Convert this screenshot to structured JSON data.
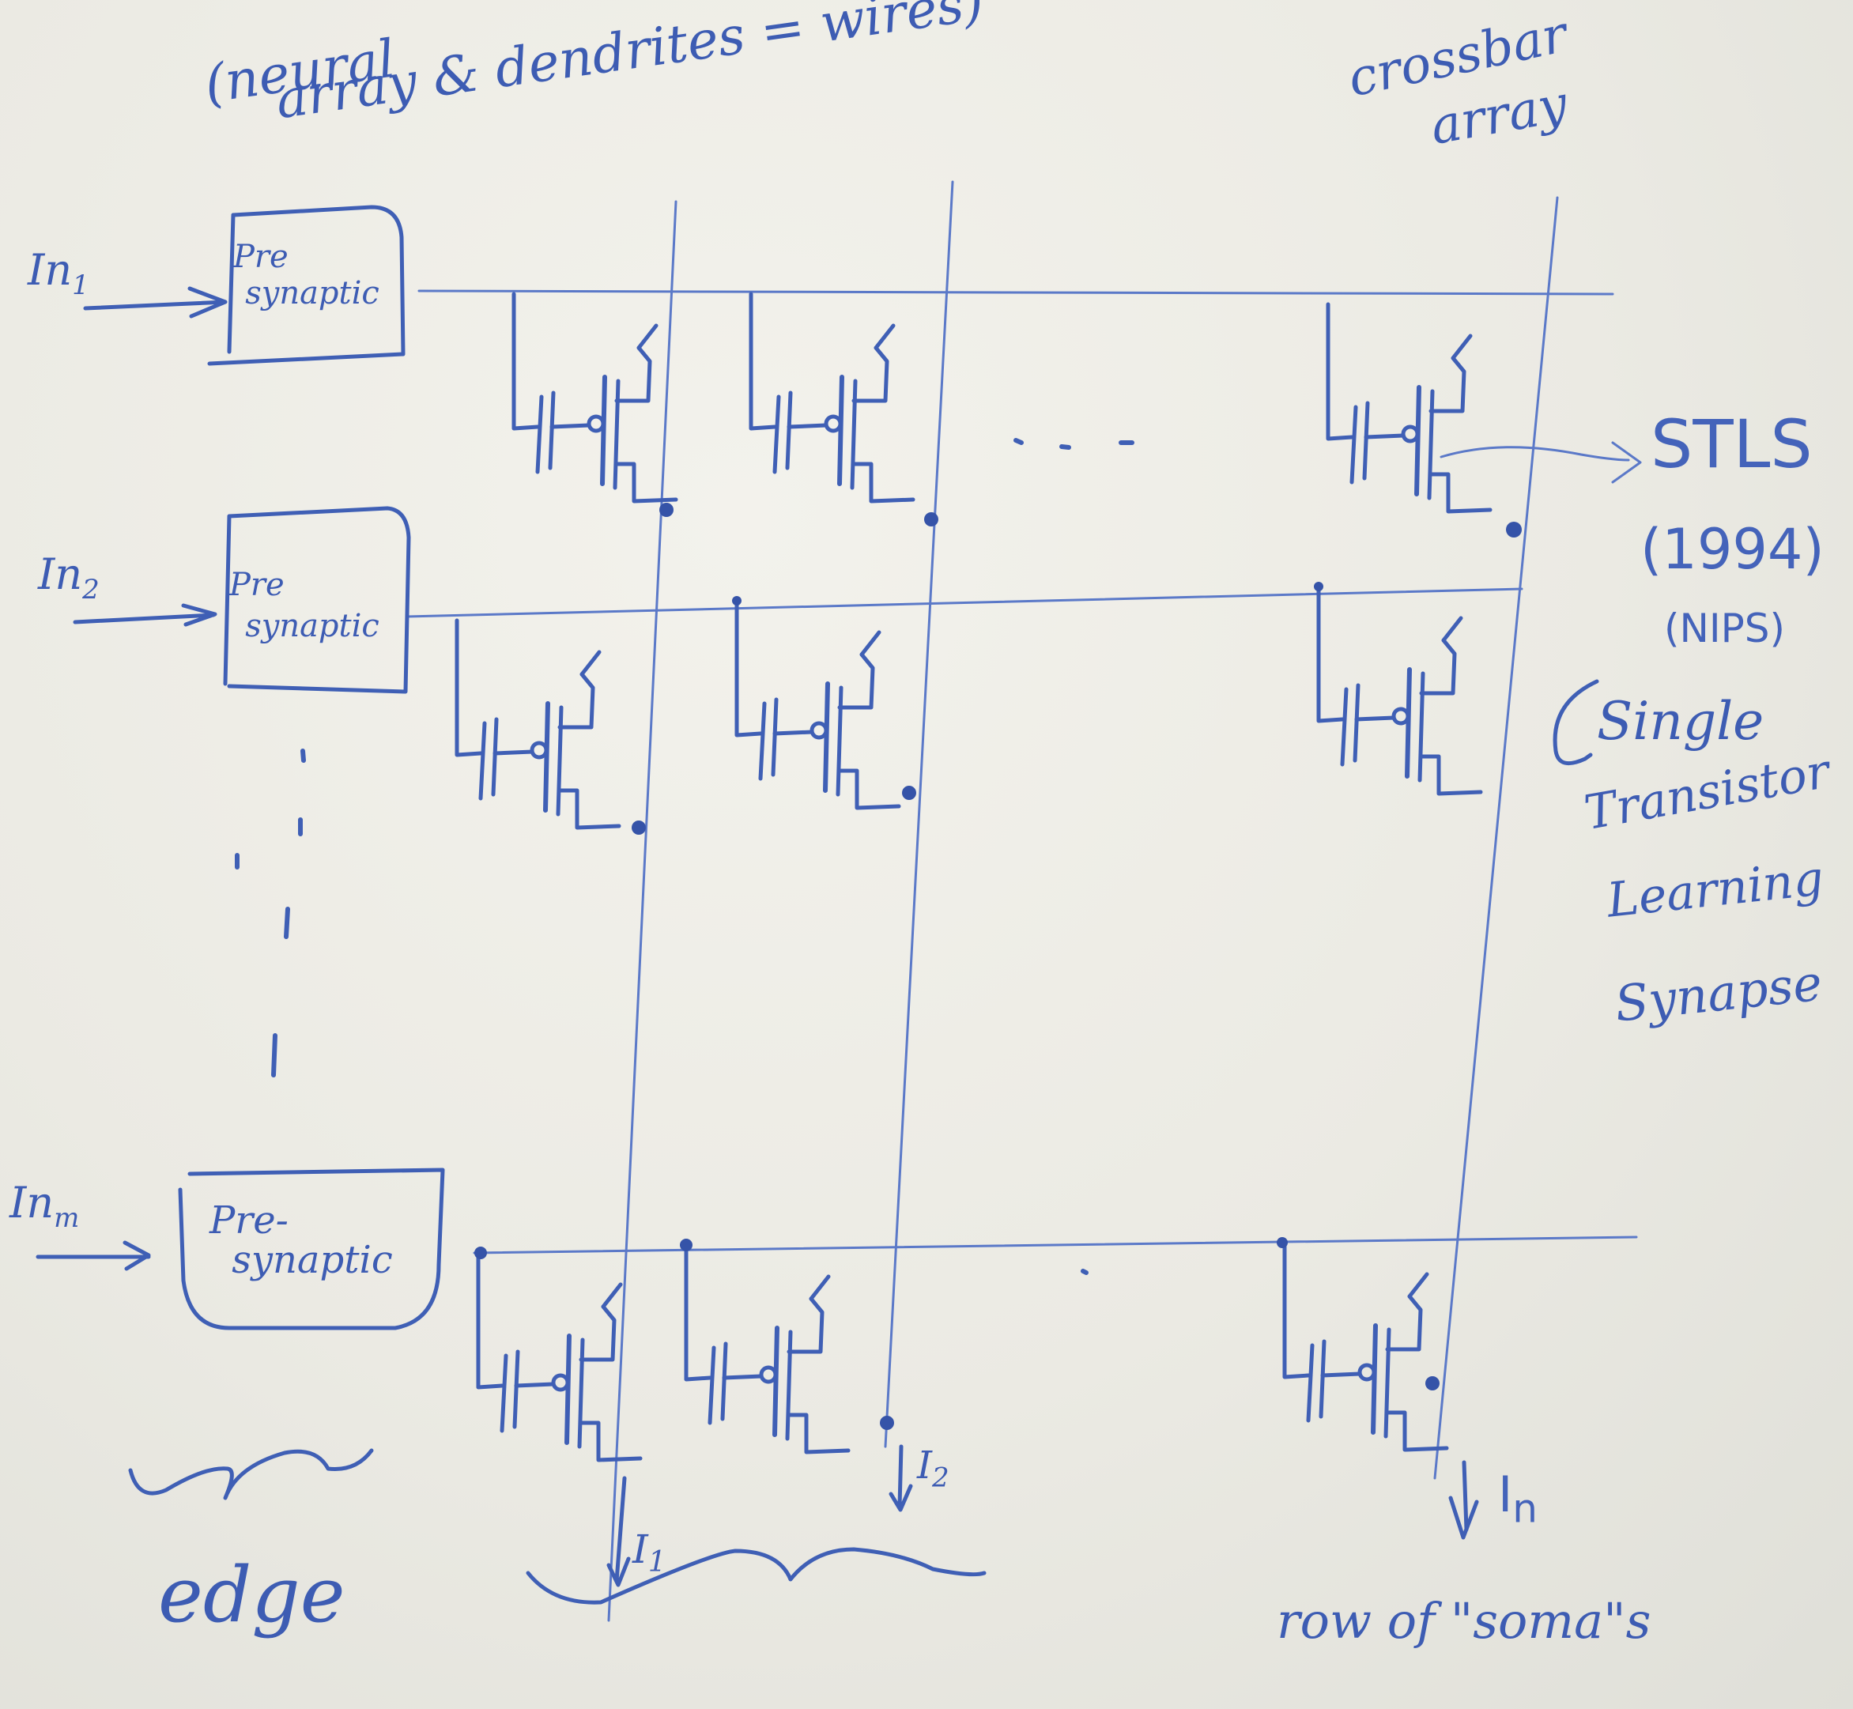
{
  "annotations": {
    "top_note": "(neural array & dendrites = wires)",
    "top_note_line1": "(neural",
    "top_note_line2": "array & dendrites = wires)",
    "crossbar_line1": "crossbar",
    "crossbar_line2": "array",
    "stls_arrow_label": "STLS",
    "stls_year": "(1994)",
    "stls_venue": "(NIPS)",
    "stls_expansion": [
      "Single",
      "Transistor",
      "Learning",
      "Synapse"
    ],
    "edge_label": "edge",
    "soma_label": "row of \"soma\"s",
    "ellipsis_horizontal": ". . .",
    "ellipsis_vertical": ":"
  },
  "inputs": [
    {
      "label": "In",
      "sub": "1",
      "block_line1": "Pre",
      "block_line2": "synaptic"
    },
    {
      "label": "In",
      "sub": "2",
      "block_line1": "Pre",
      "block_line2": "synaptic"
    },
    {
      "label": "In",
      "sub": "m",
      "block_line1": "Pre-",
      "block_line2": "synaptic"
    }
  ],
  "outputs": [
    {
      "label": "I",
      "sub": "1"
    },
    {
      "label": "I",
      "sub": "2"
    },
    {
      "label": "I",
      "sub": "n"
    }
  ],
  "colors": {
    "ink": "#3f5fb5",
    "board": "#ecebe4"
  }
}
